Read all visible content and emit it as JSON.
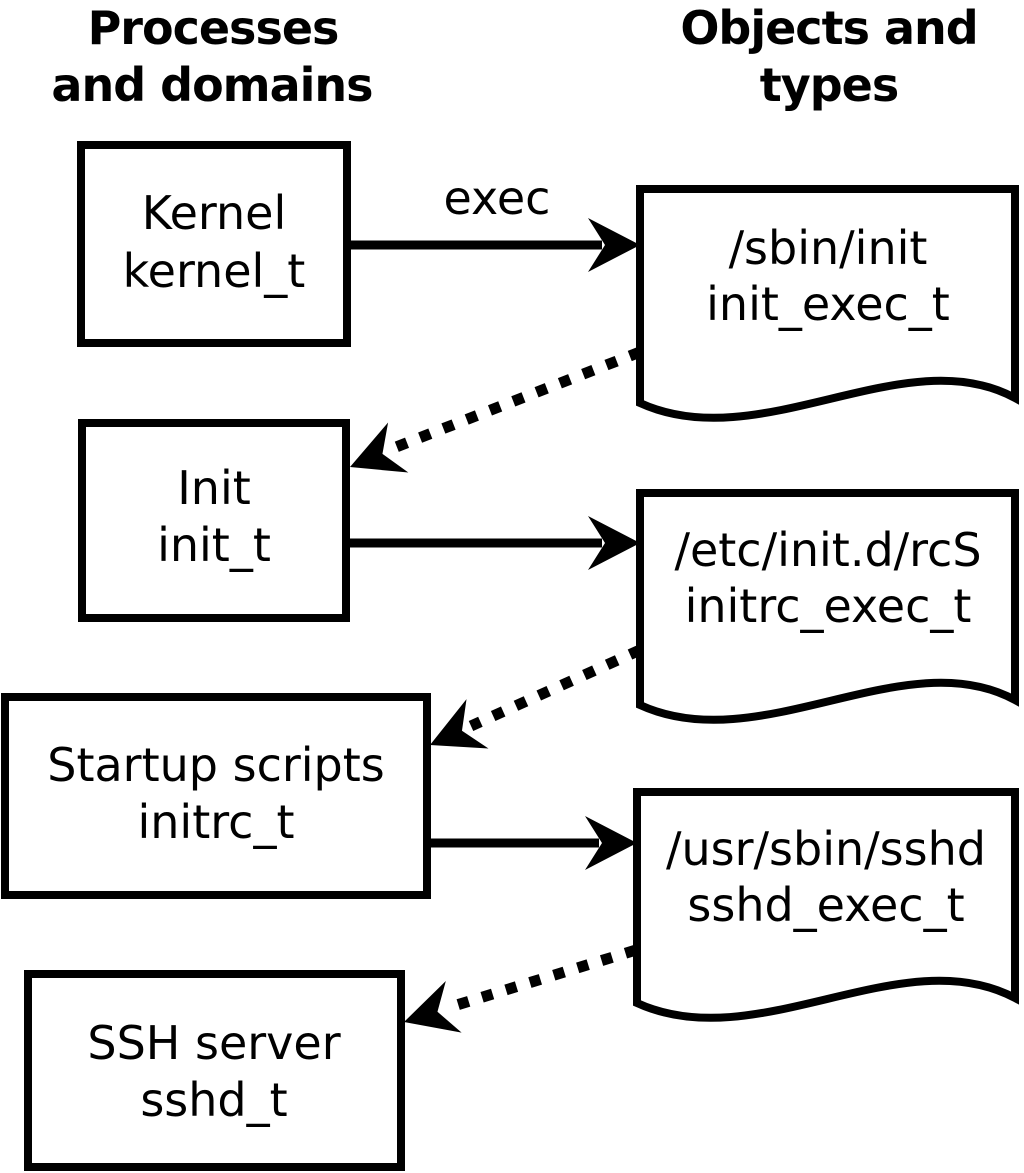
{
  "diagram": {
    "background_color": "#ffffff",
    "line_color": "#000000",
    "headers": {
      "left": {
        "line1": "Processes",
        "line2": "and domains"
      },
      "right": {
        "line1": "Objects and",
        "line2": "types"
      }
    },
    "process_nodes": [
      {
        "name": "Kernel",
        "type": "kernel_t",
        "shape": "rectangle"
      },
      {
        "name": "Init",
        "type": "init_t",
        "shape": "rectangle"
      },
      {
        "name": "Startup scripts",
        "type": "initrc_t",
        "shape": "rectangle"
      },
      {
        "name": "SSH server",
        "type": "sshd_t",
        "shape": "rectangle"
      }
    ],
    "object_nodes": [
      {
        "path": "/sbin/init",
        "type": "init_exec_t",
        "shape": "document"
      },
      {
        "path": "/etc/init.d/rcS",
        "type": "initrc_exec_t",
        "shape": "document"
      },
      {
        "path": "/usr/sbin/sshd",
        "type": "sshd_exec_t",
        "shape": "document"
      }
    ],
    "edges": {
      "exec_label": "exec",
      "solid": [
        {
          "from": "Kernel / kernel_t",
          "to": "/sbin/init init_exec_t"
        },
        {
          "from": "Init / init_t",
          "to": "/etc/init.d/rcS initrc_exec_t"
        },
        {
          "from": "Startup scripts / initrc_t",
          "to": "/usr/sbin/sshd sshd_exec_t"
        }
      ],
      "dotted": [
        {
          "from": "/sbin/init init_exec_t",
          "to": "Init / init_t"
        },
        {
          "from": "/etc/init.d/rcS initrc_exec_t",
          "to": "Startup scripts / initrc_t"
        },
        {
          "from": "/usr/sbin/sshd sshd_exec_t",
          "to": "SSH server / sshd_t"
        }
      ]
    }
  }
}
